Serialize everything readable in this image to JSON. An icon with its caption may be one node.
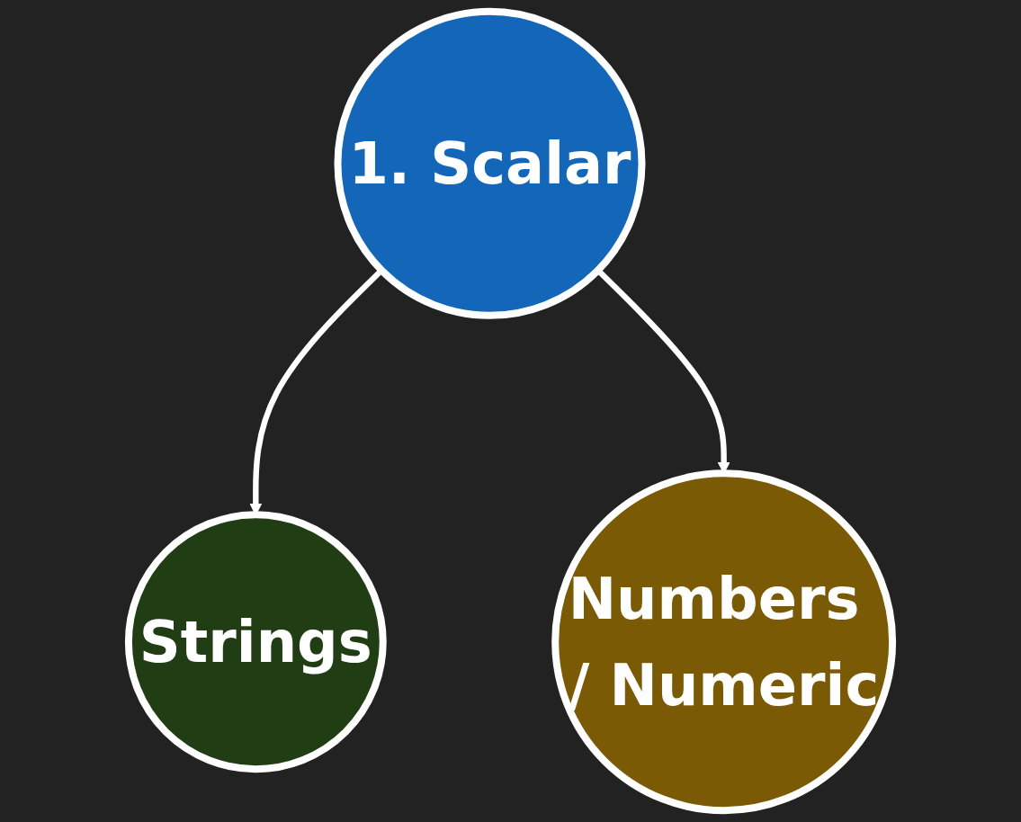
{
  "diagram": {
    "nodes": [
      {
        "text": [
          "1. Scalar"
        ]
      },
      {
        "text": [
          "Strings"
        ]
      },
      {
        "text": [
          "Numbers / Numeric"
        ]
      }
    ],
    "edges": [
      {
        "from": 0,
        "to": 1,
        "arrow": "to"
      },
      {
        "from": 0,
        "to": 2,
        "arrow": "to"
      }
    ]
  }
}
